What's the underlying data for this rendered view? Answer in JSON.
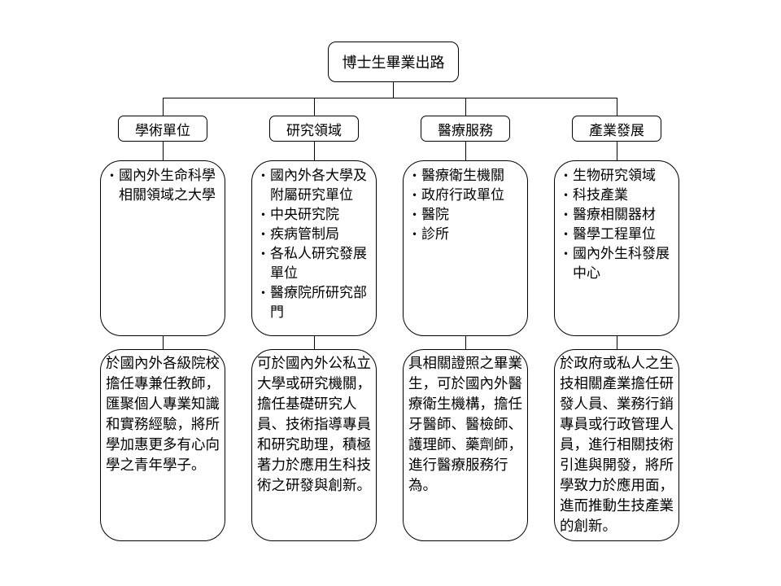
{
  "root": {
    "label": "博士生畢業出路"
  },
  "bullet_char": "•",
  "colors": {
    "background": "#ffffff",
    "line": "#000000",
    "text": "#000000"
  },
  "branches": [
    {
      "label": "學術單位",
      "bullets": [
        "國內外生命科學相關領域之大學"
      ],
      "description": "於國內外各級院校擔任專兼任教師，匯聚個人專業知識和實務經驗，將所學加惠更多有心向學之青年學子。"
    },
    {
      "label": "研究領域",
      "bullets": [
        "國內外各大學及附屬研究單位",
        "中央研究院",
        "疾病管制局",
        "各私人研究發展單位",
        "醫療院所研究部門"
      ],
      "description": "可於國內外公私立大學或研究機關，擔任基礎研究人員、技術指導專員和研究助理，積極著力於應用生科技術之研發與創新。"
    },
    {
      "label": "醫療服務",
      "bullets": [
        "醫療衛生機關",
        "政府行政單位",
        "醫院",
        "診所"
      ],
      "description": "具相關證照之畢業生，可於國內外醫療衛生機構，擔任牙醫師、醫檢師、護理師、藥劑師，進行醫療服務行為。"
    },
    {
      "label": "產業發展",
      "bullets": [
        "生物研究領域",
        "科技產業",
        "醫療相關器材",
        "醫學工程單位",
        "國內外生科發展中心"
      ],
      "description": "於政府或私人之生技相關產業擔任研發人員、業務行銷專員或行政管理人員，進行相關技術引進與開發，將所學致力於應用面，進而推動生技產業的創新。"
    }
  ]
}
